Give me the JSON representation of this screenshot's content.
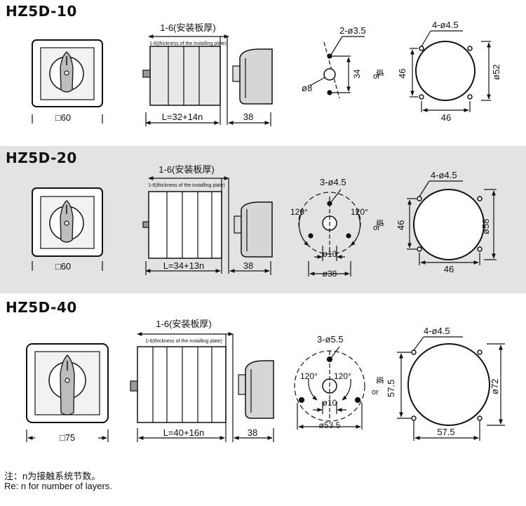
{
  "sections": [
    {
      "title": "HZ5D-10",
      "front_size": "□60",
      "thickness_label": "1-6(安装板厚)",
      "thickness_sub": "1-6(thickness of the installing plate)",
      "length_label": "L=32+14n",
      "rear_length": "38",
      "hole_label": "2-ø3.5",
      "center_label": "ø8",
      "spacing_label": "34",
      "or_cn": "或",
      "or_en": "or",
      "panel_holes": "4-ø4.5",
      "panel_side": "46",
      "panel_bottom": "46",
      "panel_diameter": "ø52"
    },
    {
      "title": "HZ5D-20",
      "front_size": "□60",
      "thickness_label": "1-6(安装板厚)",
      "thickness_sub": "1-6(thickness of the installing plate)",
      "length_label": "L=34+13n",
      "rear_length": "38",
      "hole_label": "3-ø4.5",
      "angle_left": "120°",
      "angle_right": "120°",
      "center_label": "ø10",
      "circle_label": "ø38",
      "or_cn": "或",
      "or_en": "or",
      "panel_holes": "4-ø4.5",
      "panel_side": "46",
      "panel_bottom": "46",
      "panel_diameter": "ø58"
    },
    {
      "title": "HZ5D-40",
      "front_size": "□75",
      "thickness_label": "1-6(安装板厚)",
      "thickness_sub": "1-6(thickness of the installing plate)",
      "length_label": "L=40+16n",
      "rear_length": "38",
      "hole_label": "3-ø5.5",
      "angle_left": "120°",
      "angle_right": "120°",
      "center_label": "ø10",
      "circle_label": "ø53.5",
      "or_cn": "或",
      "or_en": "or",
      "panel_holes": "4-ø4.5",
      "panel_side": "57.5",
      "panel_bottom": "57.5",
      "panel_diameter": "ø72"
    }
  ],
  "notes": {
    "cn": "注：n为接触系统节数。",
    "en": "Re: n for number of layers."
  }
}
